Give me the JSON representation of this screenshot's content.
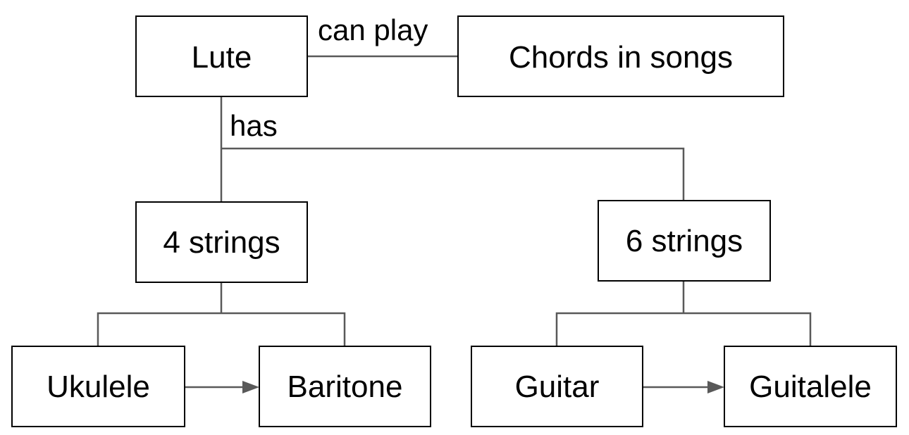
{
  "nodes": {
    "lute": "Lute",
    "chords": "Chords in songs",
    "four_strings": "4 strings",
    "six_strings": "6 strings",
    "ukulele": "Ukulele",
    "baritone": "Baritone",
    "guitar": "Guitar",
    "guitalele": "Guitalele"
  },
  "edge_labels": {
    "can_play": "can play",
    "has": "has"
  },
  "colors": {
    "connector": "#595959",
    "box_border": "#000000",
    "background": "#ffffff"
  }
}
